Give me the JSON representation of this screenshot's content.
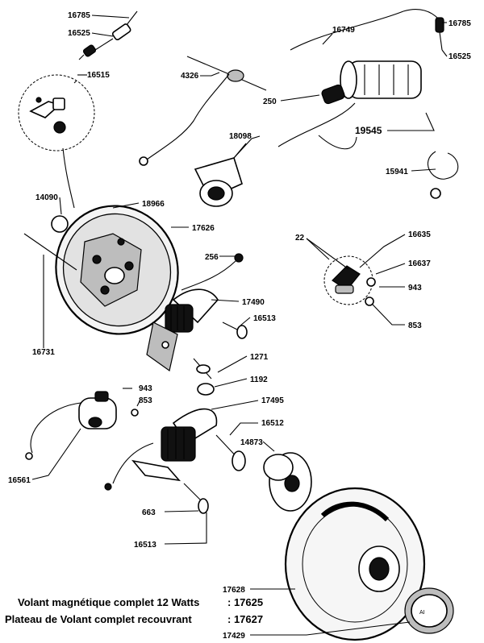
{
  "part_numbers": {
    "p16785_a": "16785",
    "p16525_a": "16525",
    "p16515": "16515",
    "p4326": "4326",
    "p16749": "16749",
    "p16785_b": "16785",
    "p16525_b": "16525",
    "p250": "250",
    "p19545": "19545",
    "p18098": "18098",
    "p15941": "15941",
    "p14090": "14090",
    "p18966": "18966",
    "p17626": "17626",
    "p256": "256",
    "p22": "22",
    "p16635": "16635",
    "p16637": "16637",
    "p943_a": "943",
    "p853_a": "853",
    "p17490": "17490",
    "p16513_a": "16513",
    "p16731": "16731",
    "p1271": "1271",
    "p1192": "1192",
    "p943_b": "943",
    "p853_b": "853",
    "p17495": "17495",
    "p16512": "16512",
    "p14873": "14873",
    "p16561": "16561",
    "p663": "663",
    "p16513_b": "16513",
    "p17628": "17628",
    "p17429": "17429"
  },
  "captions": {
    "line1_label": "Volant magnétique complet 12 Watts",
    "line1_ref": ": 17625",
    "line2_label": "Plateau de Volant complet recouvrant",
    "line2_ref": ": 17627"
  }
}
